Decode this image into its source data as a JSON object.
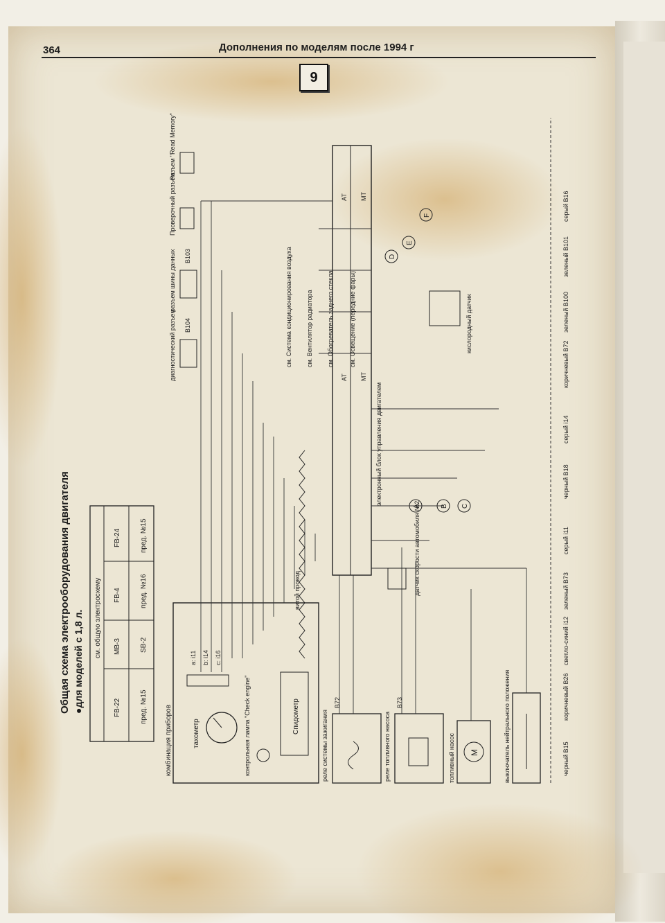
{
  "header": {
    "page_number": "364",
    "title": "Дополнения по моделям после 1994 г",
    "section": "9"
  },
  "diagram": {
    "title": "Общая схема электрооборудования двигателя",
    "subtitle": "●для моделей с 1,8 л.",
    "table": {
      "header": "см. общую электросхему",
      "row1": [
        "FB-22",
        "MB-3",
        "FB-4",
        "FB-24"
      ],
      "row2": [
        "пред. №15",
        "SB-2",
        "пред. №16",
        "пред. №15"
      ]
    },
    "components": {
      "instrument_cluster": "комбинация приборов",
      "tachometer": "тахометр",
      "check_engine_lamp": "контрольная лампа \"Check engine\"",
      "speedometer": "Спидометр",
      "ignition_relay": "реле системы зажигания",
      "fuel_pump_relay": "реле топливного насоса",
      "fuel_pump": "топливный насос",
      "neutral_switch": "выключатель нейтрального положения",
      "ecu": "электронный блок управления двигателем",
      "twisted_wire": "витой провод",
      "diagnostic_connector": "диагностический разъем",
      "data_bus_connector": "разъем шины данных",
      "test_connector": "Проверочный разъем",
      "read_memory_connector": "Разъем \"Read Memory\"",
      "speed_sensor": "датчик скорости автомобиля №2",
      "oxygen_sensor": "кислородный датчик"
    },
    "connectors": {
      "i11": "a: i11",
      "i14": "b: i14",
      "i16": "c: i16",
      "b72": "B72",
      "b73": "B73",
      "b104": "B104",
      "b103": "B103"
    },
    "ecu_labels": [
      "AT",
      "MT"
    ],
    "cross_refs": [
      "см. Система кондиционирования воздуха",
      "см. Вентилятор радиатора",
      "см. Обогреватель заднего стекла",
      "см. Освещение (передние фары)"
    ],
    "terminals": [
      "A",
      "B",
      "C",
      "D",
      "E",
      "F"
    ],
    "legend": [
      "черный B15",
      "коричневый B26",
      "светло-синий i12",
      "зеленый B73",
      "серый i11",
      "черный B18",
      "серый i14",
      "коричневый B72",
      "зеленый B100",
      "зеленый B101",
      "серый B16"
    ]
  }
}
